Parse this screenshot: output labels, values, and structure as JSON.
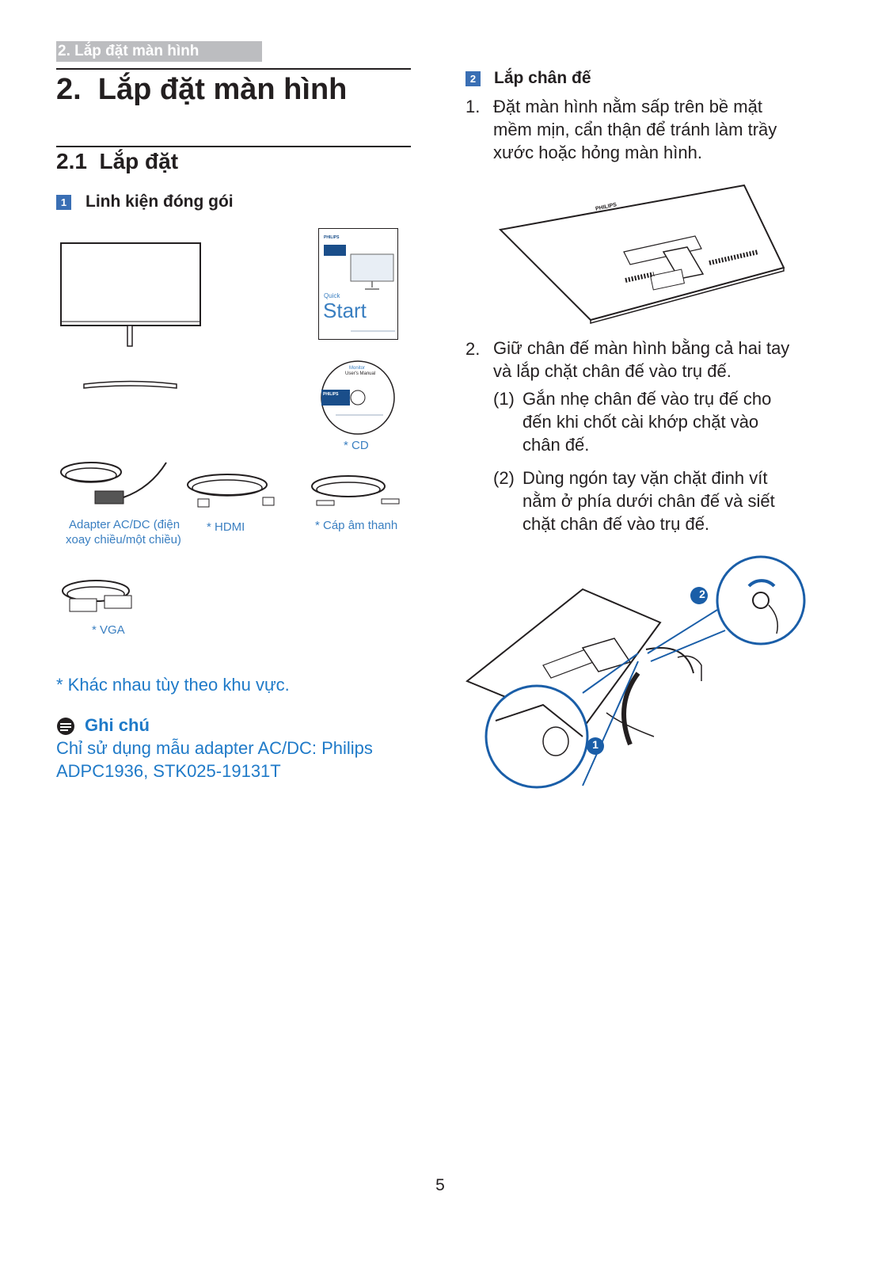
{
  "running_header": "2. Lắp đặt màn hình",
  "title": "2.  Lắp đặt màn hình",
  "section": "2.1  Lắp đặt",
  "subsection1": {
    "badge": "1",
    "heading": "Linh kiện đóng gói",
    "quick_start": {
      "brand": "PHILIPS",
      "line1": "Quick",
      "line2": "Start"
    },
    "cd_disc": {
      "line1": "Monitor",
      "line2": "User's Manual",
      "brand": "PHILIPS"
    },
    "captions": {
      "cd": "* CD",
      "adapter_line1": "Adapter AC/DC (điện",
      "adapter_line2": "xoay chiều/một chiều)",
      "hdmi": "* HDMI",
      "audio": "* Cáp âm thanh",
      "vga": "* VGA"
    },
    "region_note": "* Khác nhau tùy theo khu vực.",
    "note_heading": "Ghi chú",
    "note_line1": "Chỉ sử dụng mẫu adapter AC/DC: Philips",
    "note_line2": "ADPC1936, STK025-19131T"
  },
  "subsection2": {
    "badge": "2",
    "heading": "Lắp chân đế",
    "step1_num": "1.",
    "step1_lines": [
      "Đặt màn hình nằm sấp trên bề mặt",
      "mềm mịn, cẩn thận để tránh làm trầy",
      "xước hoặc hỏng màn hình."
    ],
    "monitor_brand": "PHILIPS",
    "step2_num": "2.",
    "step2_lines": [
      "Giữ chân đế màn hình bằng cả hai tay",
      "và lắp chặt chân đế vào trụ đế."
    ],
    "sub1_num": "(1)",
    "sub1_lines": [
      "Gắn nhẹ chân đế vào trụ đế cho",
      "đến khi chốt cài khớp chặt vào",
      "chân đế."
    ],
    "sub2_num": "(2)",
    "sub2_lines": [
      "Dùng ngón tay vặn chặt đinh vít",
      "nằm ở phía dưới chân đế và siết",
      "chặt chân đế vào trụ đế."
    ],
    "callout1": "1",
    "callout2": "2"
  },
  "page_number": "5"
}
